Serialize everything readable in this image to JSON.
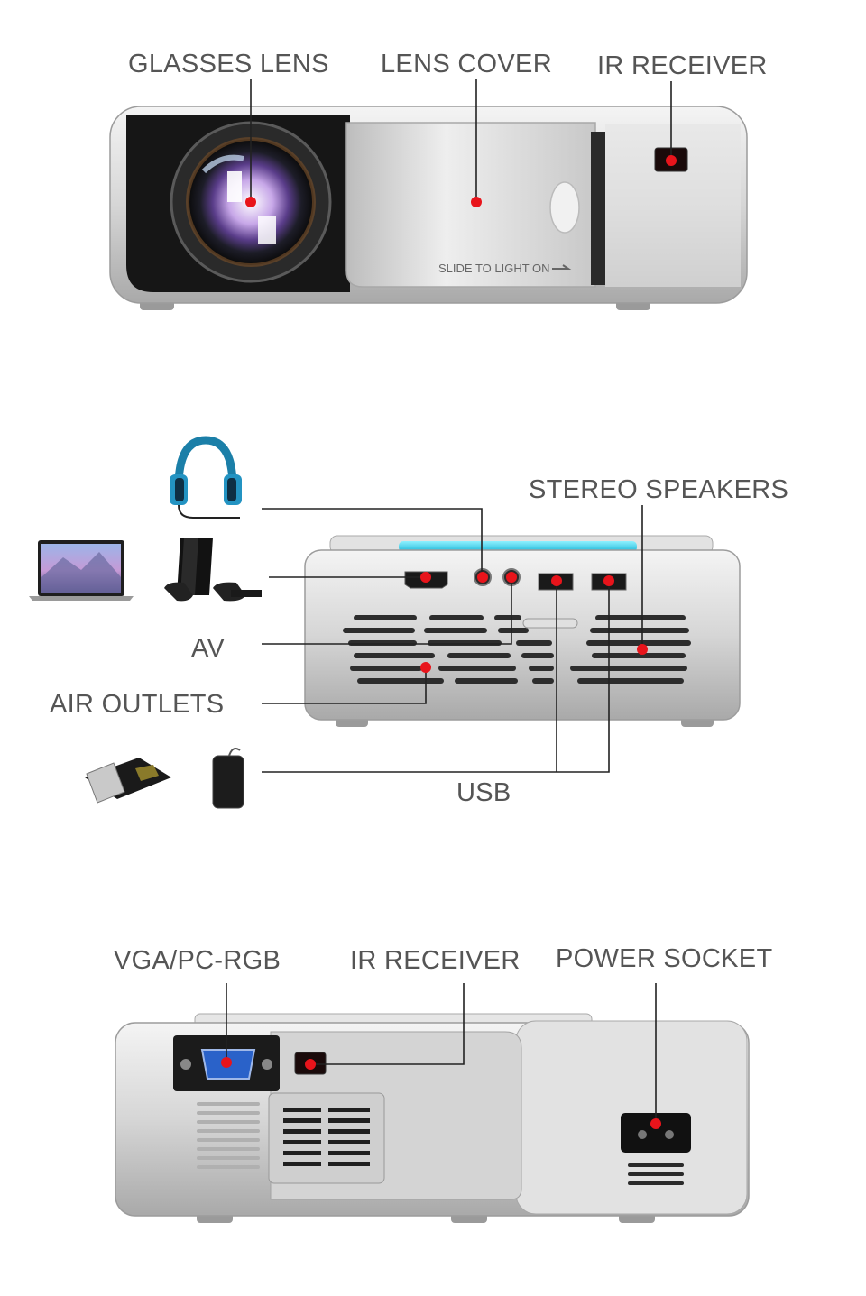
{
  "labels": {
    "front": {
      "glasses_lens": "GLASSES LENS",
      "lens_cover": "LENS COVER",
      "ir_receiver": "IR RECEIVER",
      "slide_text": "SLIDE TO LIGHT ON"
    },
    "side": {
      "stereo_speakers": "STEREO SPEAKERS",
      "av": "AV",
      "air_outlets": "AIR OUTLETS",
      "usb": "USB"
    },
    "back": {
      "vga": "VGA/PC-RGB",
      "ir_receiver": "IR RECEIVER",
      "power_socket": "POWER SOCKET"
    }
  },
  "icons": {
    "headphones": "headphones-icon",
    "laptop": "laptop-icon",
    "game_console": "game-console-icon",
    "usb_drive": "usb-flash-drive-icon",
    "hard_drive": "external-hard-drive-icon"
  },
  "colors": {
    "callout_dot": "#e8141b",
    "label_text": "#555555",
    "leader_line": "#222222",
    "body_silver": "#d9d9d9",
    "panel_black": "#141414",
    "led_cyan": "#42d7f0"
  }
}
